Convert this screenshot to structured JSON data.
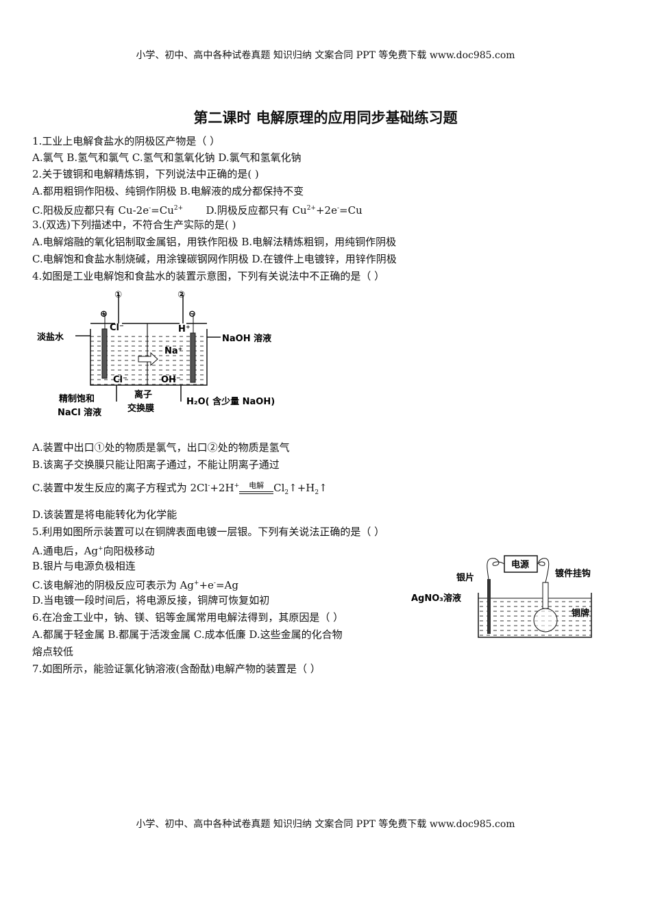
{
  "header": "小学、初中、高中各种试卷真题 知识归纳 文案合同 PPT 等免费下载   www.doc985.com",
  "footer": "小学、初中、高中各种试卷真题 知识归纳 文案合同 PPT 等免费下载   www.doc985.com",
  "title": "第二课时 电解原理的应用同步基础练习题",
  "lines": [
    "1.工业上电解食盐水的阴极区产物是（   ）",
    "A.氯气  B.氢气和氯气     C.氢气和氢氧化钠   D.氯气和氢氧化钠",
    "2.关于镀铜和电解精炼铜，下列说法中正确的是(    )",
    "A.都用粗铜作阳极、纯铜作阴极     B.电解液的成分都保持不变",
    "3.(双选)下列描述中，不符合生产实际的是(    )",
    "A.电解熔融的氧化铝制取金属铝，用铁作阳极     B.电解法精炼粗铜，用纯铜作阴极",
    "C.电解饱和食盐水制烧碱，用涂镍碳钢网作阴极   D.在镀件上电镀锌，用锌作阴极",
    "4.如图是工业电解饱和食盐水的装置示意图，下列有关说法中不正确的是（ ）",
    "A.装置中出口①处的物质是氯气，出口②处的物质是氢气",
    "B.该离子交换膜只能让阳离子通过，不能让阴离子通过",
    "D.该装置是将电能转化为化学能",
    "5.利用如图所示装置可以在铜牌表面电镀一层银。下列有关说法正确的是（    ）",
    "B.银片与电源负极相连",
    "D.当电镀一段时间后，将电源反接，铜牌可恢复如初",
    "6.在冶金工业中，钠、镁、铝等金属常用电解法得到，其原因是（ ）",
    "A.都属于轻金属  B.都属于活泼金属       C.成本低廉  D.这些金属的化合物",
    "熔点较低",
    "7.如图所示，能验证氯化钠溶液(含酚酞)电解产物的装置是（    ）"
  ],
  "q2c": {
    "a": "C.阳极反应都只有 Cu-2e",
    "b": "-",
    "c": "=Cu",
    "d": "2+"
  },
  "q2d": {
    "a": "       D.阴极反应都只有 Cu",
    "b": "2+",
    "c": "+2e",
    "d": "-",
    "e": "=Cu"
  },
  "q4c": {
    "a": "C.装置中发生反应的离子方程式为 2Cl",
    "b": "-",
    "c": "+2H",
    "d": "+",
    "cond": "电解",
    "e": "Cl",
    "f": "2",
    "g": "↑+H",
    "h": "2",
    "i": "↑"
  },
  "q5a": {
    "a": "A.通电后，Ag",
    "b": "+",
    "c": "向阳极移动"
  },
  "q5c": {
    "a": "C.该电解池的阴极反应可表示为 Ag",
    "b": "+",
    "c": "+e",
    "d": "-",
    "e": "=Ag"
  },
  "fig4": {
    "out1": "①",
    "out2": "②",
    "plus": "⊕",
    "minus": "⊖",
    "cl_top": "Cl⁻",
    "h": "H⁺",
    "na": "Na⁺",
    "cl_bot": "Cl⁻",
    "oh": "OH⁻",
    "left_out": "淡盐水",
    "right_out": "NaOH 溶液",
    "in_left1": "精制饱和",
    "in_left2": "NaCl 溶液",
    "membrane1": "离子",
    "membrane2": "交换膜",
    "in_right": "H₂O( 含少量 NaOH)"
  },
  "fig5": {
    "power": "电源",
    "silver": "银片",
    "hook": "镀件挂钩",
    "solution": "AgNO₃溶液",
    "copper": "铜牌"
  }
}
